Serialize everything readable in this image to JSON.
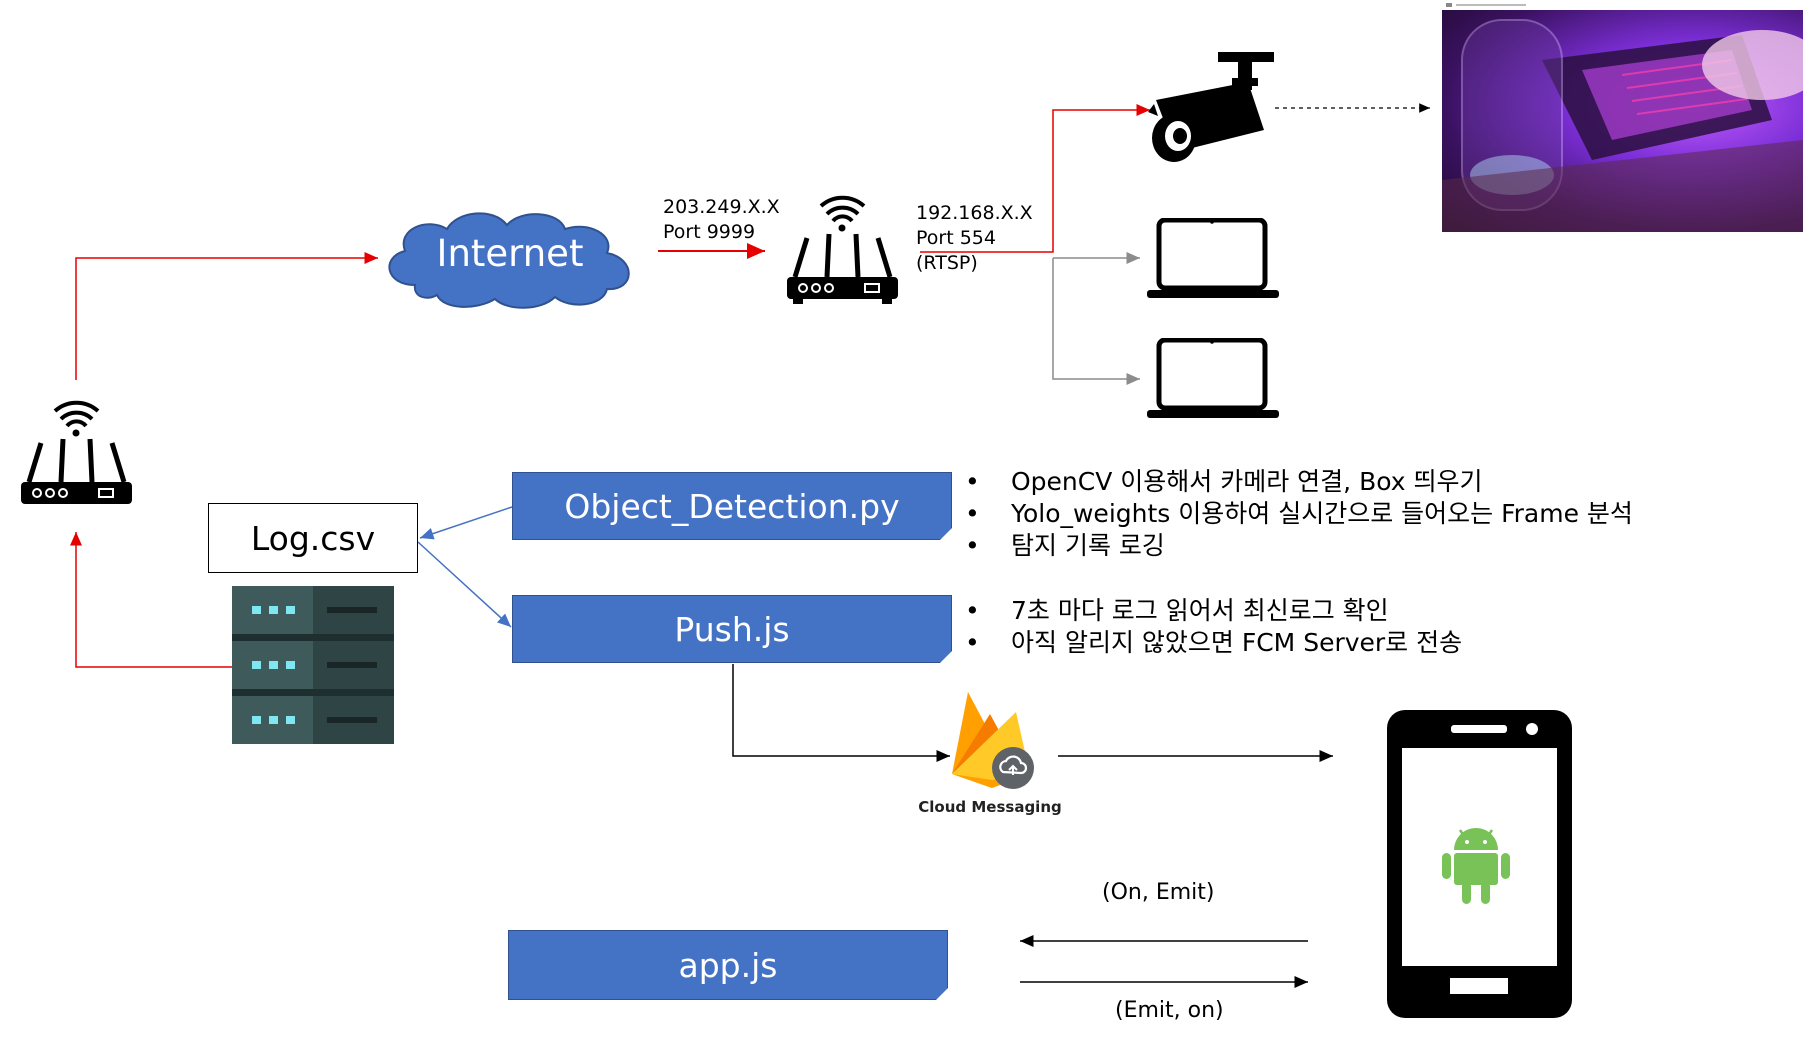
{
  "internet": {
    "label": "Internet"
  },
  "router_top": {
    "ip": "203.249.X.X",
    "port": "Port 9999"
  },
  "lan": {
    "ip": "192.168.X.X",
    "port": "Port 554",
    "proto": "(RTSP)"
  },
  "files": {
    "log": "Log.csv",
    "object_detection": "Object_Detection.py",
    "push": "Push.js",
    "app": "app.js"
  },
  "object_detection_notes": [
    "OpenCV 이용해서 카메라 연결, Box 띄우기",
    "Yolo_weights 이용하여 실시간으로 들어오는 Frame 분석",
    "탐지 기록 로깅"
  ],
  "push_notes": [
    "7초 마다 로그 읽어서 최신로그 확인",
    "아직 알리지 않았으면 FCM Server로 전송"
  ],
  "cloud_messaging": {
    "label": "Cloud Messaging"
  },
  "socket": {
    "top": "(On, Emit)",
    "bottom": "(Emit, on)"
  },
  "colors": {
    "accent": "#4472c4",
    "link_red": "#e60000",
    "link_gray": "#8c8c8c",
    "android": "#78c257"
  }
}
